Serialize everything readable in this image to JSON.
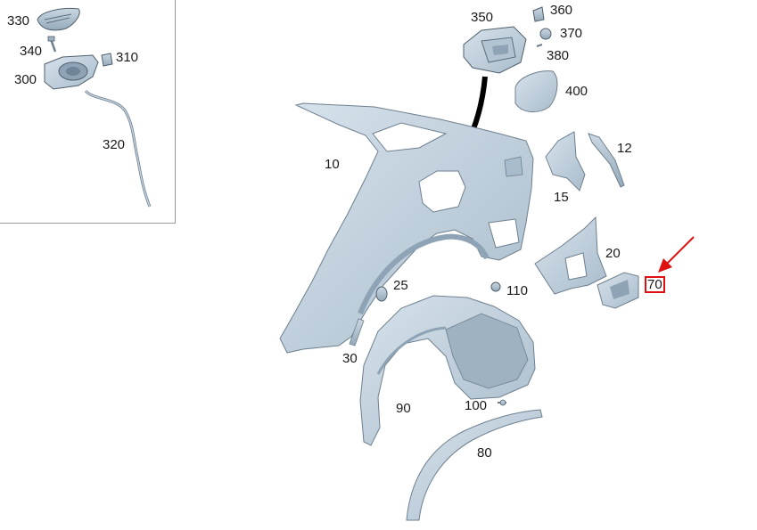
{
  "labels": {
    "p330": "330",
    "p340": "340",
    "p300": "300",
    "p310": "310",
    "p320": "320",
    "p350": "350",
    "p360": "360",
    "p370": "370",
    "p380": "380",
    "p400": "400",
    "p10": "10",
    "p12": "12",
    "p15": "15",
    "p20": "20",
    "p25": "25",
    "p30": "30",
    "p70": "70",
    "p80": "80",
    "p90": "90",
    "p100": "100",
    "p110": "110"
  },
  "colors": {
    "part_fill": "#c5d3df",
    "part_stroke": "#6d7f8f",
    "part_shadow": "#9fb2c2",
    "arrow_black": "#000000",
    "highlight_red": "#e01010"
  },
  "highlighted_part": "70"
}
